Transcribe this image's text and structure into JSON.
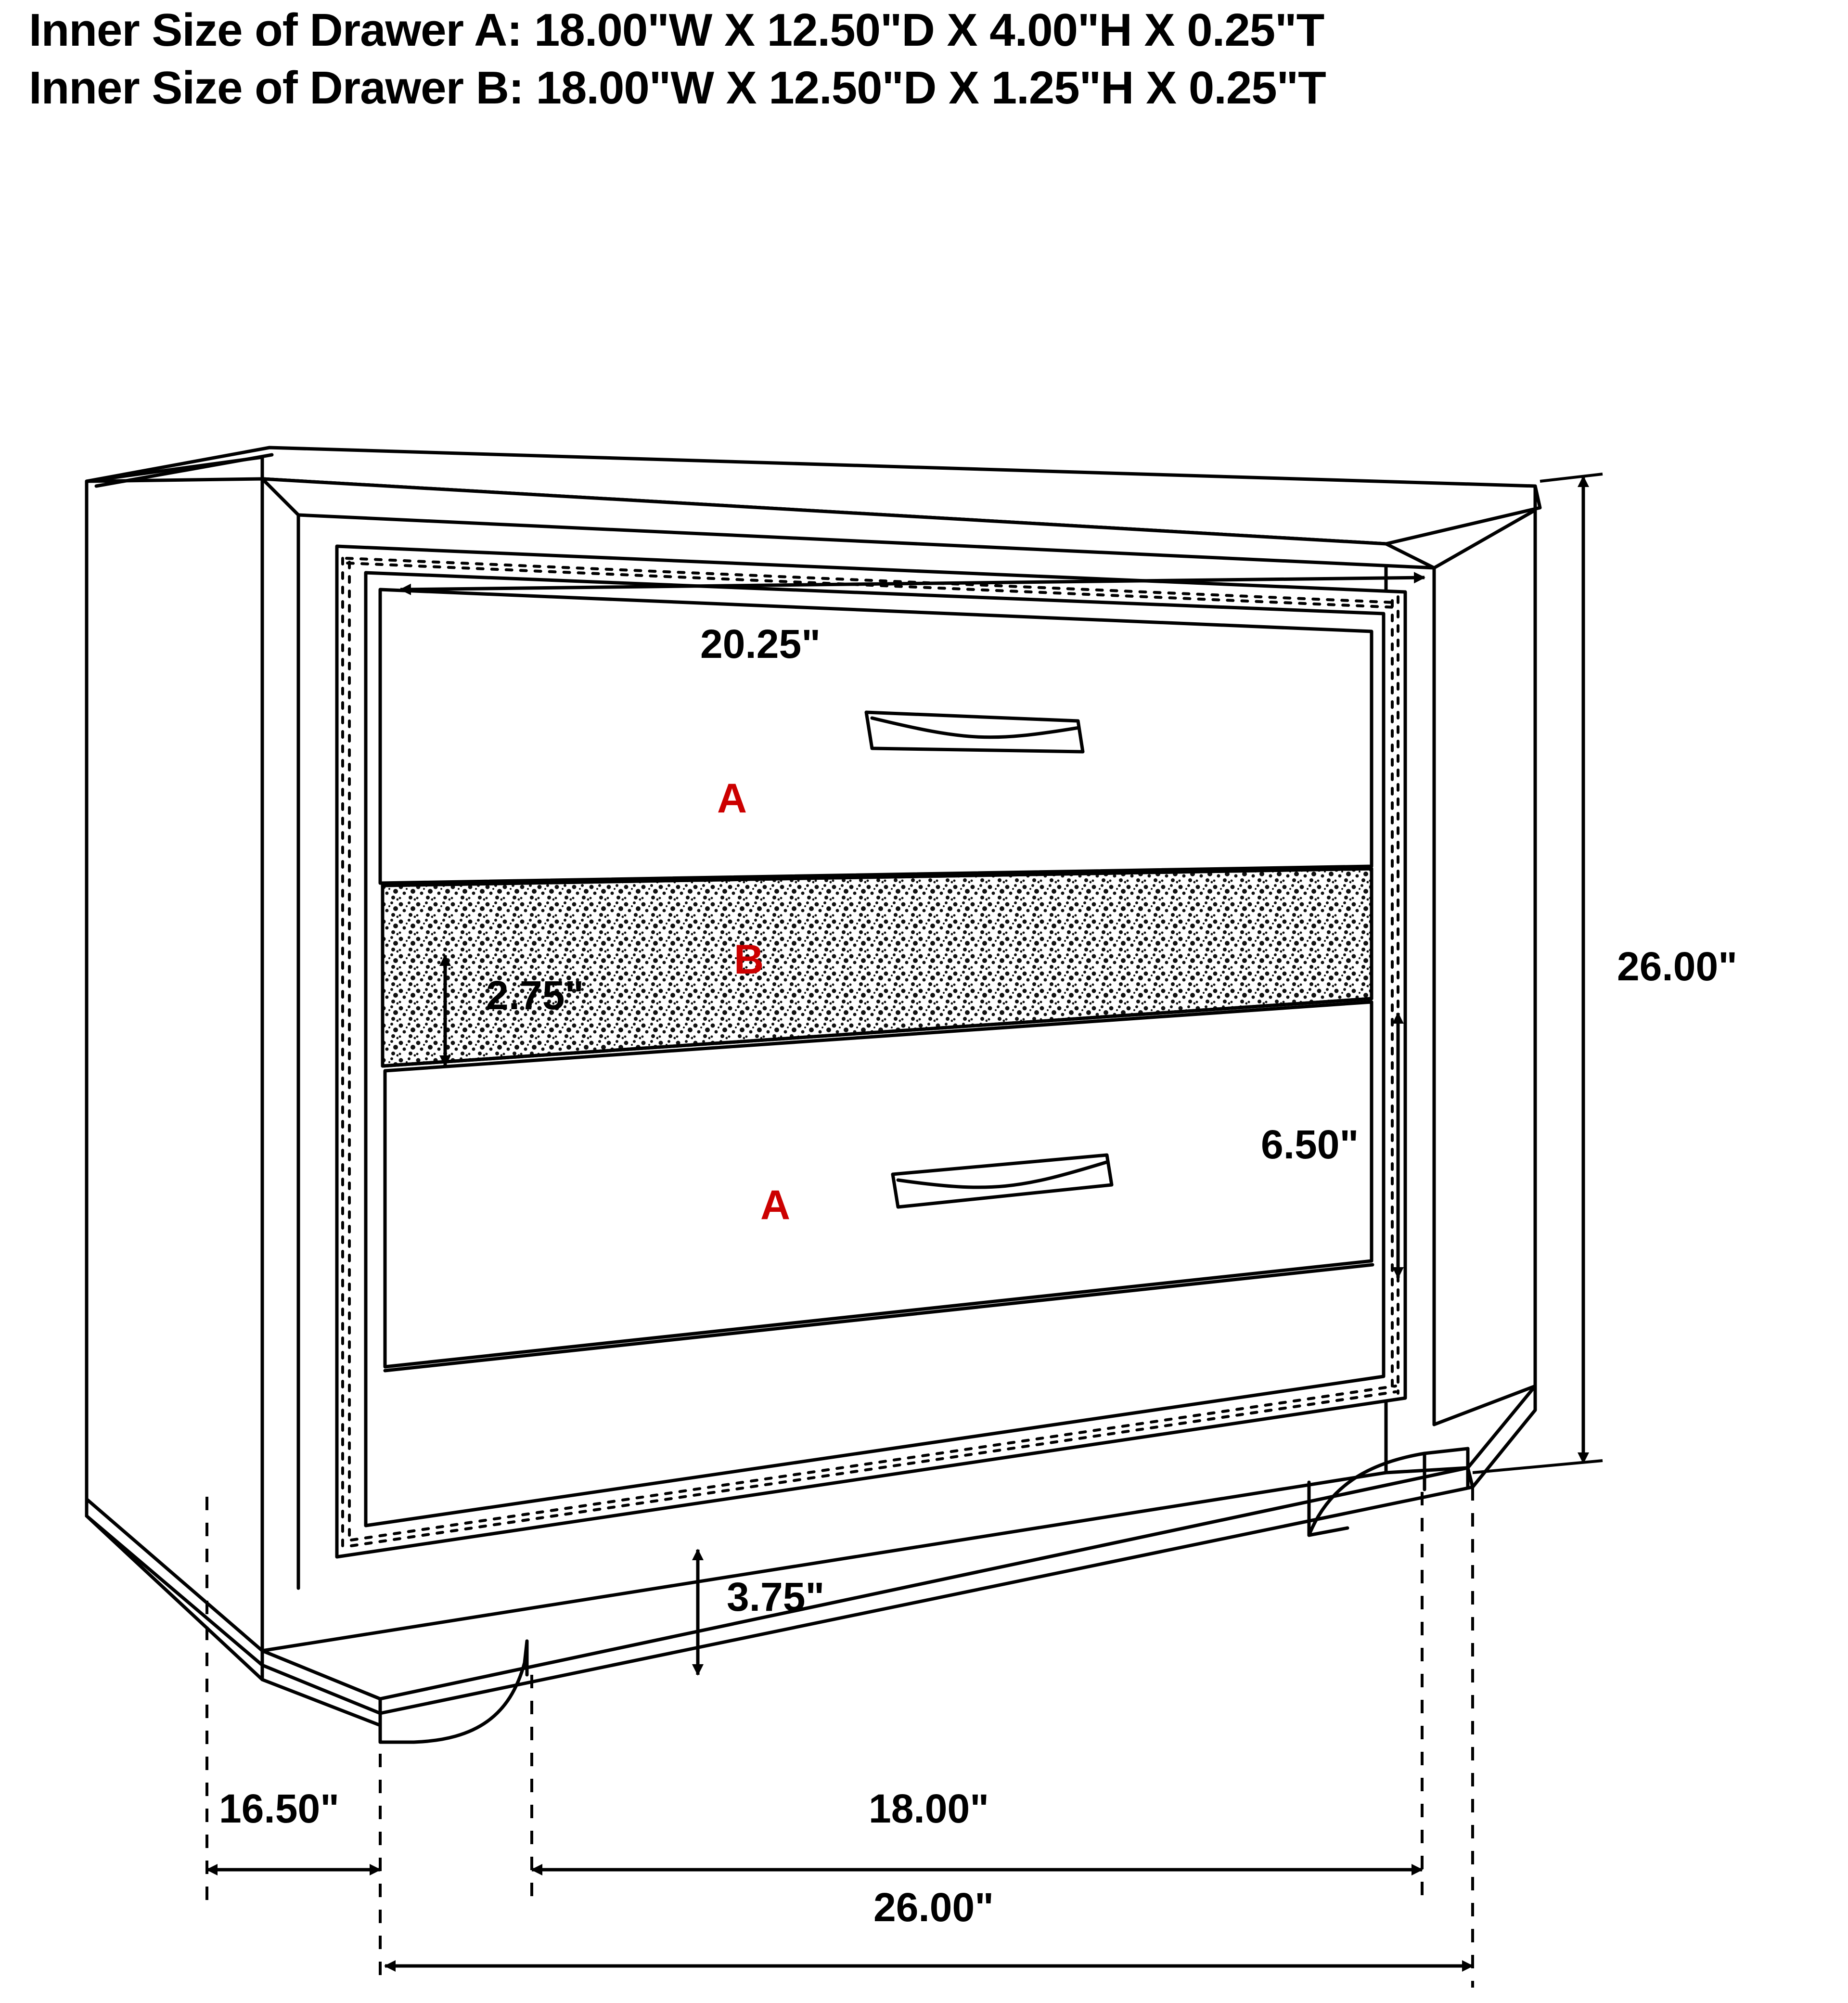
{
  "header": {
    "line_a": "Inner Size of Drawer A: 18.00\"W X 12.50\"D X 4.00\"H X 0.25\"T",
    "line_b": "Inner Size of Drawer B: 18.00\"W X 12.50\"D X 1.25\"H X 0.25\"T"
  },
  "diagram": {
    "title": "nightstand-dimension-drawing",
    "drawer_labels": {
      "top_a": "A",
      "middle_b": "B",
      "bottom_a": "A"
    },
    "dimensions": {
      "drawer_front_width": "20.25\"",
      "total_height": "26.00\"",
      "drawer_b_height": "2.75\"",
      "lower_drawer_height": "6.50\"",
      "leg_height": "3.75\"",
      "side_depth": "16.50\"",
      "leg_span_width": "18.00\"",
      "total_width": "26.00\""
    },
    "colors": {
      "line": "#000000",
      "label_accent": "#cc0000",
      "background": "#ffffff"
    }
  }
}
